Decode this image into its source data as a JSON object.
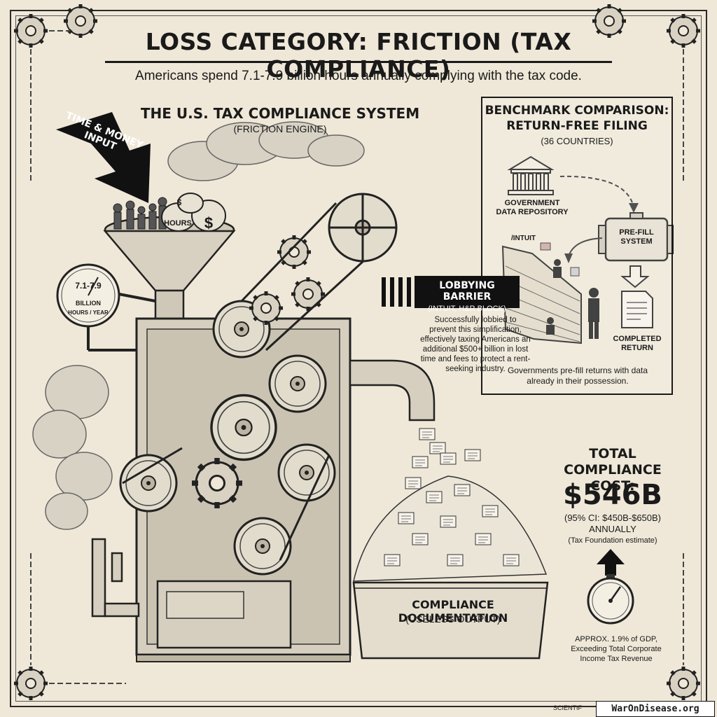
{
  "title": "LOSS CATEGORY: FRICTION (TAX COMPLIANCE)",
  "subtitle": "Americans spend 7.1-7.9 billion hours annually complying with the tax code.",
  "system": {
    "title": "THE U.S. TAX COMPLIANCE SYSTEM",
    "subtitle": "(FRICTION ENGINE)",
    "input_label_line1": "TIME & MONEY",
    "input_label_line2": "INPUT",
    "hopper_hours": "HOURS",
    "gauge_value": "7.1-7.9",
    "gauge_unit_line1": "BILLION",
    "gauge_unit_line2": "HOURS / YEAR"
  },
  "lobbying": {
    "title": "LOBBYING BARRIER",
    "subtitle": "(INTUIT, H&R BLOCK)",
    "wall_tag": "/INTUIT",
    "description": "Successfully lobbied to prevent this simplification, effectively taxing Americans an additional $500+ billion in lost time and fees to protect a rent-seeking industry."
  },
  "benchmark": {
    "title_line1": "BENCHMARK COMPARISON:",
    "title_line2": "RETURN-FREE FILING",
    "subtitle": "(36 COUNTRIES)",
    "repo_line1": "GOVERNMENT",
    "repo_line2": "DATA REPOSITORY",
    "prefill_line1": "PRE-FILL",
    "prefill_line2": "SYSTEM",
    "completed_line1": "COMPLETED",
    "completed_line2": "RETURN",
    "note": "Governments pre-fill returns with data already in their possession."
  },
  "cost": {
    "head_line1": "TOTAL",
    "head_line2": "COMPLIANCE COST:",
    "value": "$546B",
    "ci": "(95% CI: $450B-$650B)",
    "period": "ANNUALLY",
    "source": "(Tax Foundation estimate)",
    "gdp_line1": "APPROX. 1.9% of GDP,",
    "gdp_line2": "Exceeding Total Corporate",
    "gdp_line3": "Income Tax Revenue"
  },
  "output": {
    "label": "COMPLIANCE DOCUMENTATION",
    "sublabel": "(USELESS OUTPUT)"
  },
  "footer": {
    "text": "SCIENTIF",
    "site": "WarOnDisease.org"
  }
}
